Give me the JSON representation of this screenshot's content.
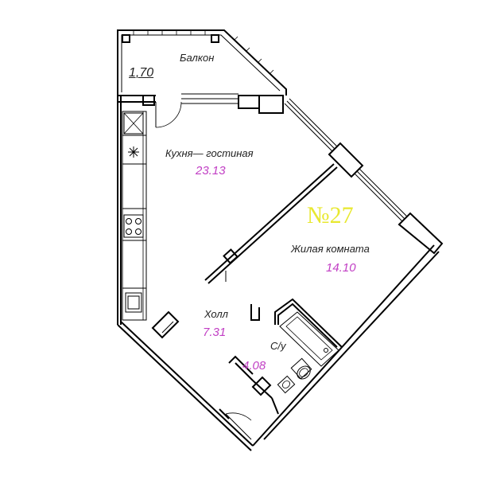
{
  "plan": {
    "apartment_number": "№27",
    "rooms": {
      "balcony": {
        "name": "Балкон",
        "area": "1,70"
      },
      "kitchen_living": {
        "name": "Кухня— гостиная",
        "area": "23.13"
      },
      "living_room": {
        "name": "Жилая  комната",
        "area": "14.10"
      },
      "hall": {
        "name": "Холл",
        "area": "7.31"
      },
      "bathroom": {
        "name": "С/у",
        "area": "4.08"
      }
    },
    "colors": {
      "walls": "#000000",
      "area_labels": "#c13ec4",
      "apartment_number": "#e8e830"
    },
    "icons": [
      "balcony-door-icon",
      "stove-icon",
      "sink-icon",
      "bathtub-icon",
      "toilet-icon",
      "entrance-door-icon"
    ]
  }
}
